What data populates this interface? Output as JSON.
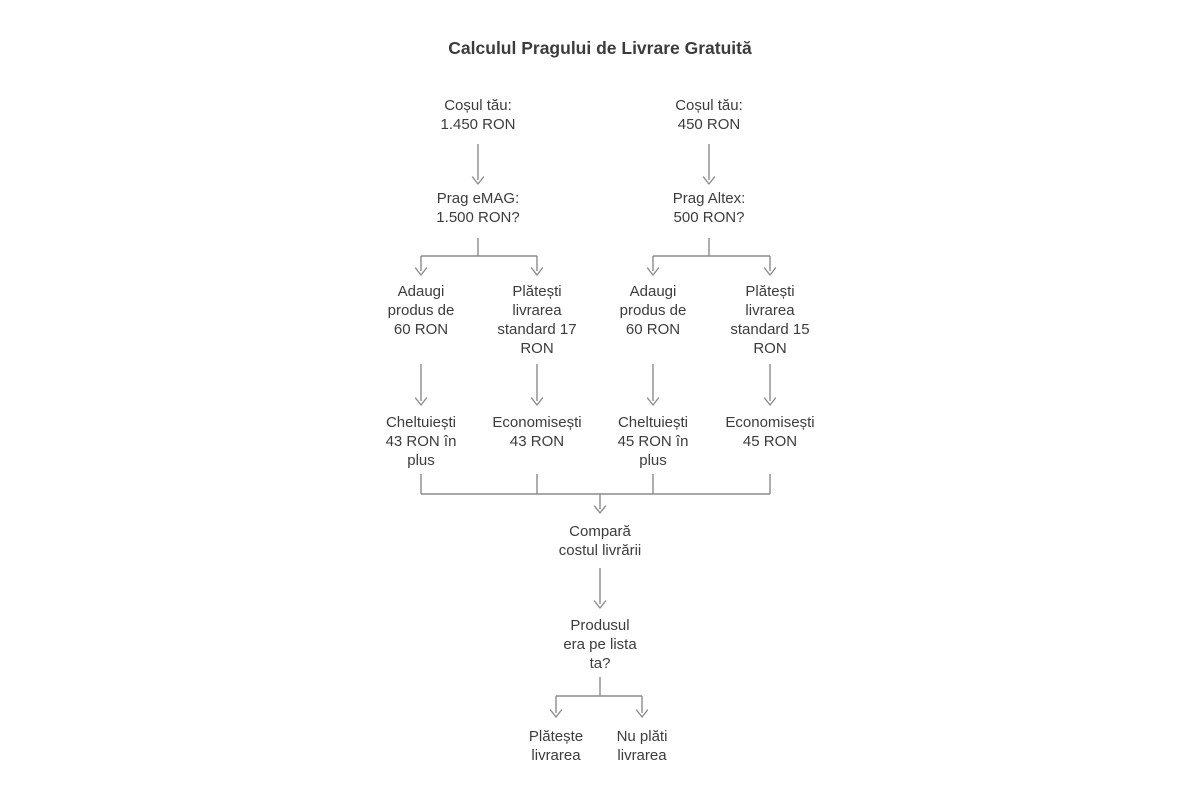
{
  "title": "Calculul Pragului de Livrare Gratuită",
  "colors": {
    "background": "#ffffff",
    "text": "#3c3c3c",
    "line": "#8b8b8b"
  },
  "flowchart": {
    "scenario_emag": {
      "cart": "Coșul tău:\n1.450 RON",
      "threshold": "Prag eMAG:\n1.500 RON?",
      "option_add": "Adaugi\nprodus de\n60 RON",
      "option_pay": "Plătești\nlivrarea\nstandard 17\nRON",
      "outcome_spend": "Cheltuiești\n43 RON în\nplus",
      "outcome_save": "Economisești\n43 RON"
    },
    "scenario_altex": {
      "cart": "Coșul tău:\n450 RON",
      "threshold": "Prag Altex:\n500 RON?",
      "option_add": "Adaugi\nprodus de\n60 RON",
      "option_pay": "Plătești\nlivrarea\nstandard 15\nRON",
      "outcome_spend": "Cheltuiești\n45 RON în\nplus",
      "outcome_save": "Economisești\n45 RON"
    },
    "compare": "Compară\ncostul livrării",
    "question": "Produsul\nera pe lista\nta?",
    "answer_pay": "Plătește\nlivrarea",
    "answer_no_pay": "Nu plăti\nlivrarea"
  }
}
